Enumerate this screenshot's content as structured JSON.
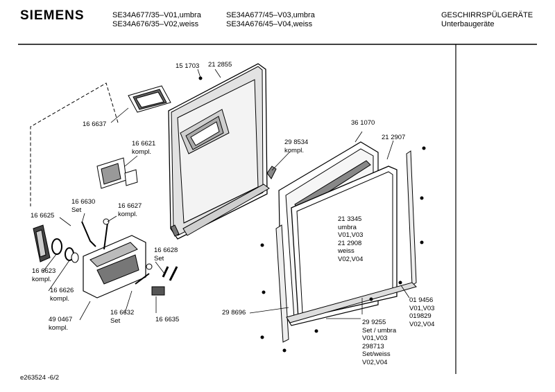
{
  "header": {
    "brand": "SIEMENS",
    "models_left": [
      "SE34A677/35–V01,umbra",
      "SE34A676/35–V02,weiss"
    ],
    "models_right": [
      "SE34A677/45–V03,umbra",
      "SE34A676/45–V04,weiss"
    ],
    "category": [
      "GESCHIRRSPÜLGERÄTE",
      "Unterbaugeräte"
    ]
  },
  "footer": {
    "drawing_id": "e263524 -6/2"
  },
  "parts": {
    "p151703": "15 1703",
    "p212855": "21 2855",
    "p166637": "16 6637",
    "p166621": "16 6621\nkompl.",
    "p298534": "29 8534\nkompl.",
    "p361070": "36 1070",
    "p212907": "21 2907",
    "p166630": "16 6630\nSet",
    "p166627": "16 6627\nkompl.",
    "p166625": "16 6625",
    "p213345": "21 3345\numbra\nV01,V03\n21 2908\nweiss\nV02,V04",
    "p166628": "16 6628\nSet",
    "p166623": "16 6623\nkompl.",
    "p166626": "16 6626\nkompl.",
    "p019456": "01 9456\nV01,V03\n019829\nV02,V04",
    "p298696": "29 8696",
    "p490467": "49 0467\nkompl.",
    "p166632": "16 6632\nSet",
    "p166635": "16 6635",
    "p299255": "29 9255\nSet / umbra\nV01,V03\n298713\nSet/weiss\nV02,V04"
  }
}
